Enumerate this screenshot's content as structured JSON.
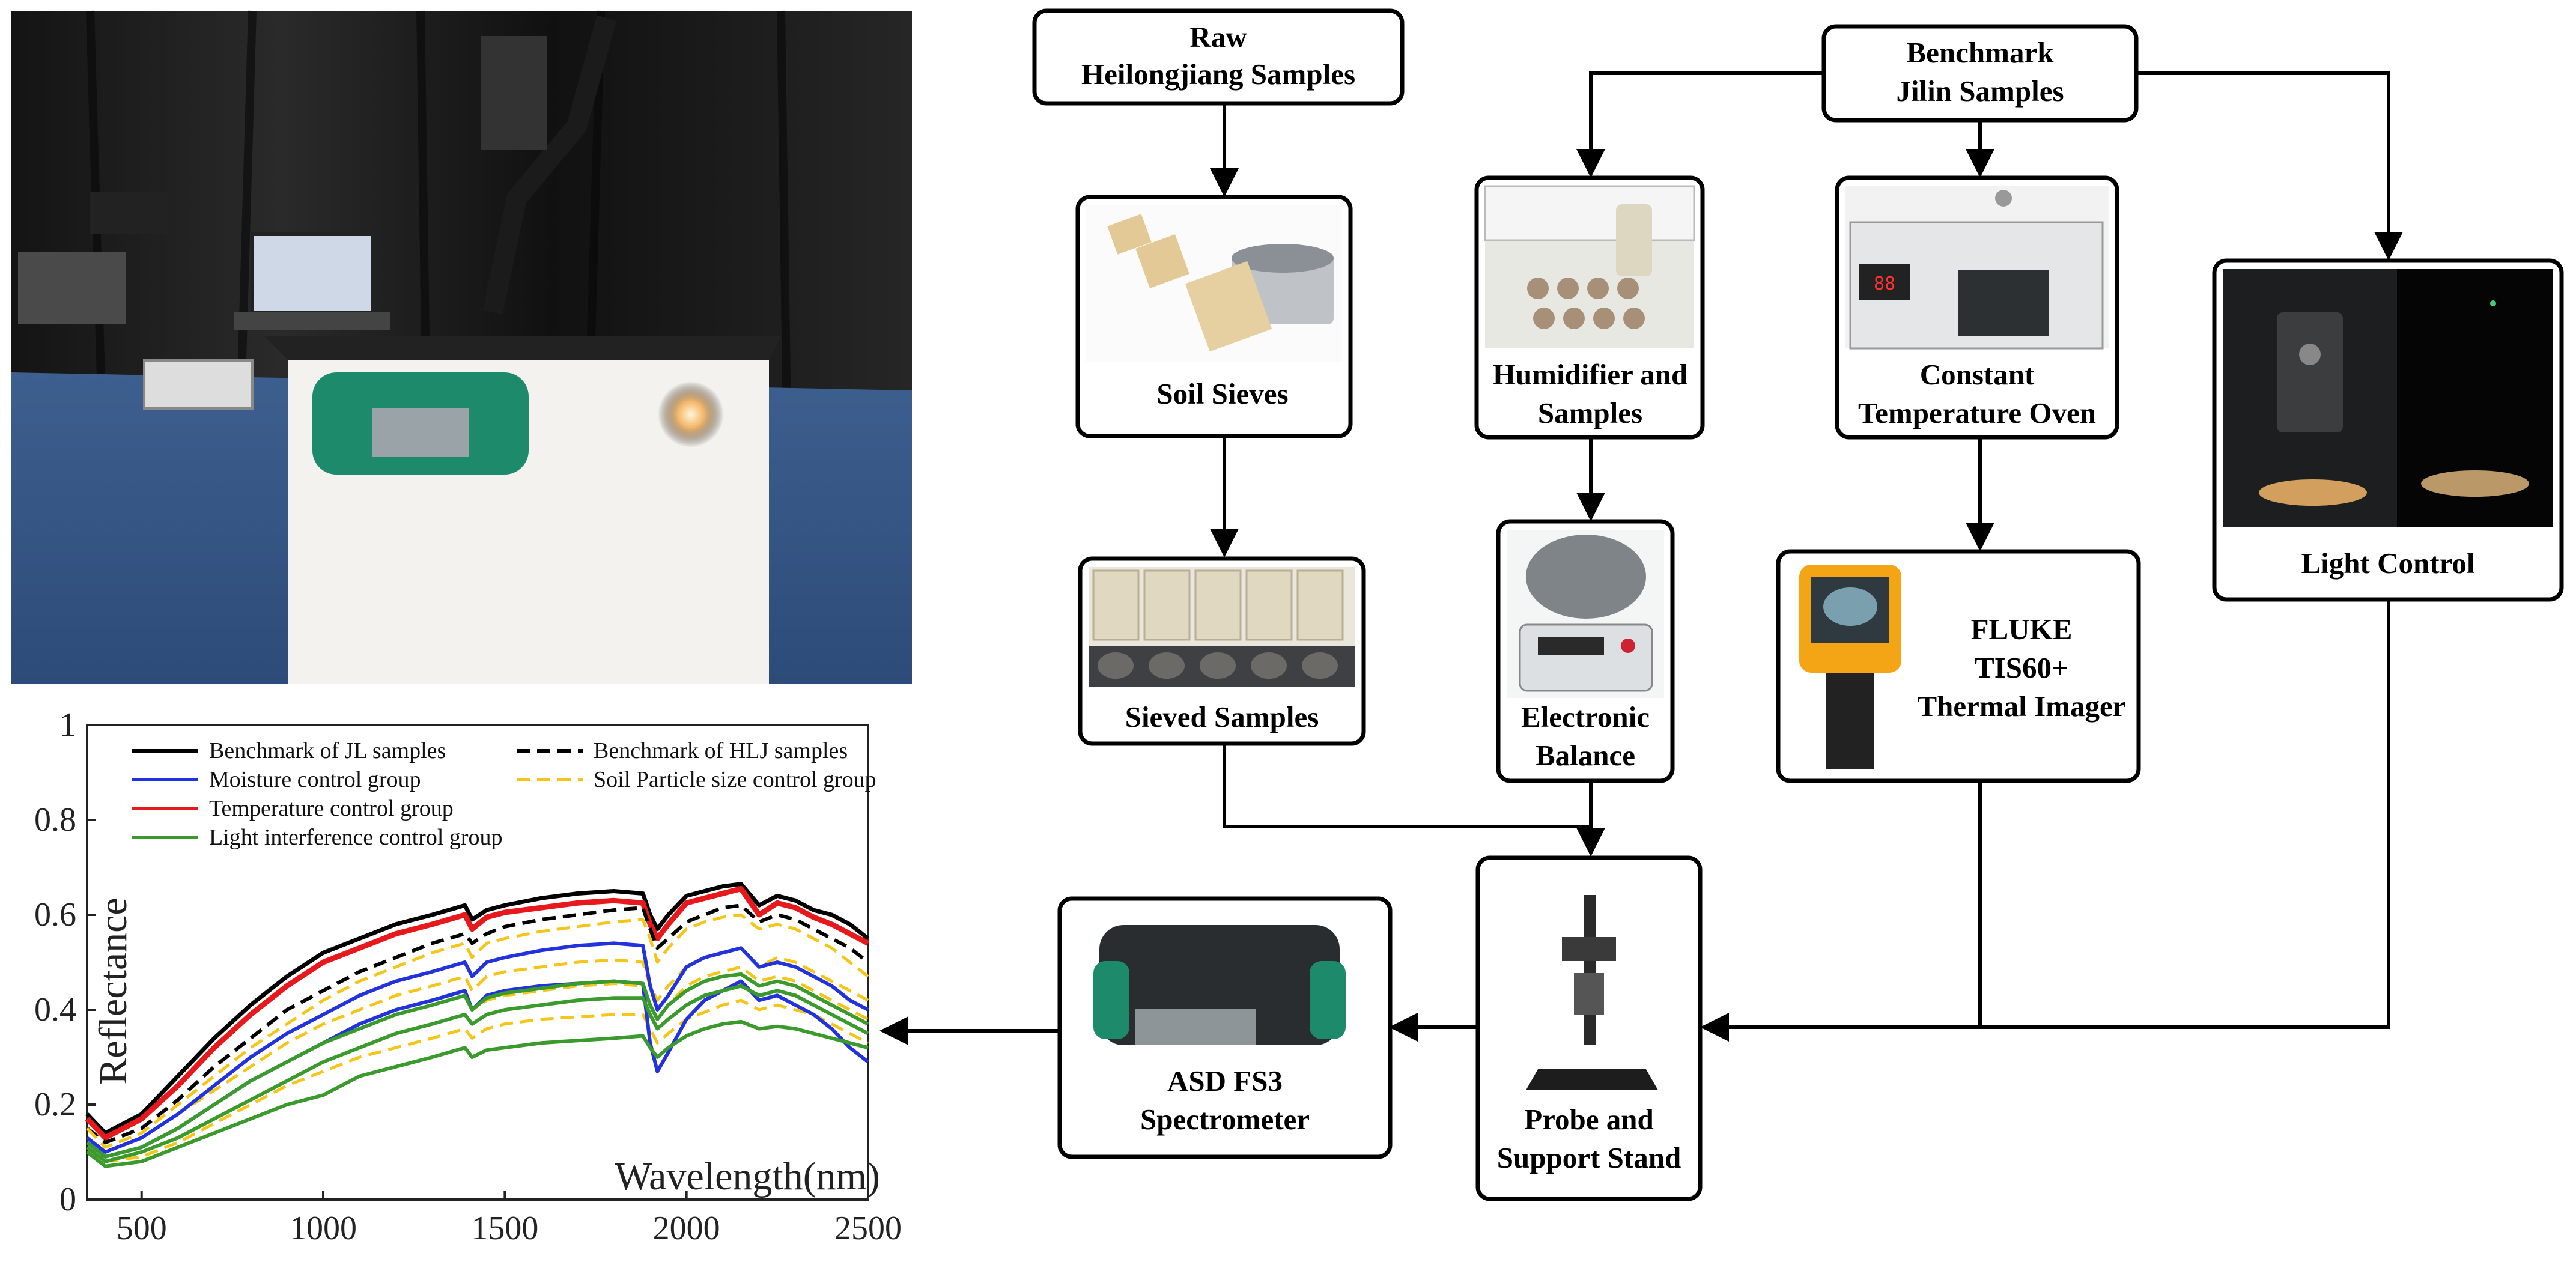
{
  "nodes": {
    "raw_hlj": [
      "Raw",
      "Heilongjiang Samples"
    ],
    "bench_jl": [
      "Benchmark",
      "Jilin Samples"
    ],
    "soil_sieves": [
      "Soil Sieves"
    ],
    "humidifier": [
      "Humidifier and",
      "Samples"
    ],
    "oven": [
      "Constant",
      "Temperature Oven"
    ],
    "light_control": [
      "Light Control"
    ],
    "sieved": [
      "Sieved Samples"
    ],
    "balance": [
      "Electronic",
      "Balance"
    ],
    "fluke": [
      "FLUKE",
      "TIS60+",
      "Thermal Imager"
    ],
    "probe": [
      "Probe and",
      "Support Stand"
    ],
    "asd": [
      "ASD FS3",
      "Spectrometer"
    ]
  },
  "colors": {
    "benchmark_jl": "#000000",
    "benchmark_hlj": "#000000",
    "moisture": "#2233dd",
    "temperature": "#e8191c",
    "particle": "#f5c518",
    "light": "#3a9a2c"
  },
  "chart_data": {
    "type": "line",
    "xlabel": "Wavelength(nm)",
    "ylabel": "Reflectance",
    "xlim": [
      350,
      2500
    ],
    "ylim": [
      0,
      1
    ],
    "xticks": [
      "500",
      "1000",
      "1500",
      "2000",
      "2500"
    ],
    "yticks": [
      "0",
      "0.2",
      "0.4",
      "0.6",
      "0.8",
      "1"
    ],
    "legend_position": "top",
    "legend": [
      {
        "name": "Benchmark of JL samples",
        "style": "solid",
        "color": "#000000"
      },
      {
        "name": "Benchmark of HLJ samples",
        "style": "dashed",
        "color": "#000000"
      },
      {
        "name": "Moisture control group",
        "style": "solid",
        "color": "#2233dd"
      },
      {
        "name": "Soil Particle size control group",
        "style": "dashed",
        "color": "#f5c518"
      },
      {
        "name": "Temperature control group",
        "style": "solid",
        "color": "#e8191c"
      },
      {
        "name": "Light interference control group",
        "style": "solid",
        "color": "#3a9a2c"
      }
    ],
    "x": [
      350,
      400,
      500,
      600,
      700,
      800,
      900,
      1000,
      1100,
      1200,
      1300,
      1390,
      1410,
      1450,
      1500,
      1600,
      1700,
      1800,
      1880,
      1900,
      1920,
      1950,
      2000,
      2050,
      2100,
      2150,
      2200,
      2250,
      2300,
      2350,
      2400,
      2450,
      2500
    ],
    "series": [
      {
        "style": "solid",
        "color": "#000000",
        "width": 7,
        "values": [
          0.18,
          0.14,
          0.18,
          0.26,
          0.34,
          0.41,
          0.47,
          0.52,
          0.55,
          0.58,
          0.6,
          0.62,
          0.59,
          0.61,
          0.62,
          0.635,
          0.645,
          0.65,
          0.645,
          0.6,
          0.57,
          0.6,
          0.64,
          0.65,
          0.66,
          0.665,
          0.62,
          0.64,
          0.63,
          0.61,
          0.6,
          0.58,
          0.55
        ]
      },
      {
        "style": "solid",
        "color": "#e8191c",
        "width": 9,
        "values": [
          0.17,
          0.13,
          0.17,
          0.24,
          0.32,
          0.39,
          0.45,
          0.5,
          0.53,
          0.56,
          0.58,
          0.6,
          0.57,
          0.595,
          0.605,
          0.615,
          0.625,
          0.63,
          0.625,
          0.58,
          0.55,
          0.58,
          0.625,
          0.635,
          0.645,
          0.655,
          0.6,
          0.625,
          0.615,
          0.595,
          0.58,
          0.56,
          0.54
        ]
      },
      {
        "style": "dashed",
        "color": "#000000",
        "width": 6,
        "values": [
          0.15,
          0.12,
          0.15,
          0.21,
          0.28,
          0.34,
          0.4,
          0.44,
          0.48,
          0.51,
          0.54,
          0.56,
          0.54,
          0.56,
          0.575,
          0.59,
          0.6,
          0.61,
          0.615,
          0.57,
          0.53,
          0.55,
          0.585,
          0.6,
          0.615,
          0.62,
          0.585,
          0.6,
          0.59,
          0.57,
          0.55,
          0.53,
          0.5
        ]
      },
      {
        "style": "dashed",
        "color": "#f5c518",
        "width": 5,
        "values": [
          0.15,
          0.11,
          0.14,
          0.2,
          0.26,
          0.32,
          0.37,
          0.42,
          0.46,
          0.49,
          0.52,
          0.54,
          0.51,
          0.54,
          0.55,
          0.565,
          0.575,
          0.585,
          0.59,
          0.55,
          0.5,
          0.53,
          0.57,
          0.585,
          0.595,
          0.6,
          0.57,
          0.58,
          0.57,
          0.55,
          0.53,
          0.5,
          0.47
        ]
      },
      {
        "style": "dashed",
        "color": "#f5c518",
        "width": 5,
        "values": [
          0.13,
          0.1,
          0.13,
          0.18,
          0.23,
          0.28,
          0.33,
          0.37,
          0.4,
          0.43,
          0.45,
          0.47,
          0.44,
          0.47,
          0.48,
          0.49,
          0.5,
          0.505,
          0.5,
          0.45,
          0.42,
          0.45,
          0.49,
          0.51,
          0.52,
          0.53,
          0.49,
          0.51,
          0.5,
          0.48,
          0.46,
          0.44,
          0.42
        ]
      },
      {
        "style": "dashed",
        "color": "#f5c518",
        "width": 5,
        "values": [
          0.12,
          0.09,
          0.11,
          0.15,
          0.2,
          0.25,
          0.29,
          0.33,
          0.36,
          0.39,
          0.41,
          0.43,
          0.4,
          0.42,
          0.43,
          0.44,
          0.45,
          0.455,
          0.45,
          0.41,
          0.38,
          0.41,
          0.45,
          0.47,
          0.48,
          0.49,
          0.46,
          0.47,
          0.46,
          0.44,
          0.42,
          0.4,
          0.38
        ]
      },
      {
        "style": "dashed",
        "color": "#f5c518",
        "width": 5,
        "values": [
          0.1,
          0.08,
          0.09,
          0.12,
          0.16,
          0.2,
          0.24,
          0.27,
          0.3,
          0.32,
          0.34,
          0.36,
          0.34,
          0.36,
          0.37,
          0.38,
          0.385,
          0.39,
          0.39,
          0.36,
          0.33,
          0.35,
          0.38,
          0.395,
          0.41,
          0.42,
          0.4,
          0.41,
          0.4,
          0.39,
          0.37,
          0.35,
          0.33
        ]
      },
      {
        "style": "solid",
        "color": "#2233dd",
        "width": 6,
        "values": [
          0.13,
          0.1,
          0.13,
          0.18,
          0.24,
          0.3,
          0.35,
          0.39,
          0.43,
          0.46,
          0.48,
          0.5,
          0.47,
          0.5,
          0.51,
          0.525,
          0.535,
          0.54,
          0.535,
          0.45,
          0.4,
          0.43,
          0.49,
          0.51,
          0.52,
          0.53,
          0.49,
          0.5,
          0.49,
          0.47,
          0.45,
          0.42,
          0.4
        ]
      },
      {
        "style": "solid",
        "color": "#2233dd",
        "width": 6,
        "values": [
          0.12,
          0.09,
          0.11,
          0.15,
          0.2,
          0.25,
          0.29,
          0.33,
          0.37,
          0.4,
          0.42,
          0.44,
          0.4,
          0.43,
          0.44,
          0.45,
          0.455,
          0.46,
          0.455,
          0.33,
          0.27,
          0.31,
          0.38,
          0.42,
          0.44,
          0.46,
          0.42,
          0.43,
          0.41,
          0.39,
          0.36,
          0.32,
          0.29
        ]
      },
      {
        "style": "solid",
        "color": "#3a9a2c",
        "width": 6,
        "values": [
          0.12,
          0.09,
          0.11,
          0.15,
          0.2,
          0.25,
          0.29,
          0.33,
          0.36,
          0.39,
          0.41,
          0.43,
          0.4,
          0.425,
          0.435,
          0.445,
          0.455,
          0.46,
          0.455,
          0.41,
          0.38,
          0.41,
          0.44,
          0.46,
          0.47,
          0.475,
          0.45,
          0.46,
          0.45,
          0.43,
          0.41,
          0.39,
          0.37
        ]
      },
      {
        "style": "solid",
        "color": "#3a9a2c",
        "width": 6,
        "values": [
          0.11,
          0.08,
          0.1,
          0.13,
          0.17,
          0.21,
          0.25,
          0.29,
          0.32,
          0.35,
          0.37,
          0.39,
          0.37,
          0.39,
          0.4,
          0.41,
          0.42,
          0.425,
          0.425,
          0.39,
          0.36,
          0.38,
          0.41,
          0.43,
          0.44,
          0.45,
          0.43,
          0.44,
          0.43,
          0.41,
          0.39,
          0.37,
          0.35
        ]
      },
      {
        "style": "solid",
        "color": "#3a9a2c",
        "width": 6,
        "values": [
          0.1,
          0.07,
          0.08,
          0.11,
          0.14,
          0.17,
          0.2,
          0.22,
          0.26,
          0.28,
          0.3,
          0.32,
          0.3,
          0.315,
          0.32,
          0.33,
          0.335,
          0.34,
          0.345,
          0.32,
          0.3,
          0.32,
          0.345,
          0.36,
          0.37,
          0.375,
          0.36,
          0.365,
          0.36,
          0.35,
          0.34,
          0.33,
          0.32
        ]
      }
    ]
  }
}
